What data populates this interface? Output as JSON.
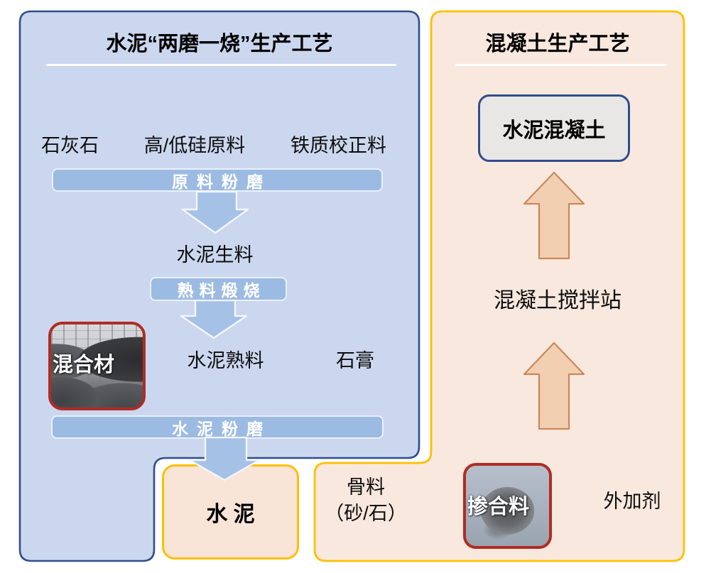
{
  "left_panel": {
    "title": "水泥“两磨一烧”生产工艺",
    "materials": [
      "石灰石",
      "高/低硅原料",
      "铁质校正料"
    ],
    "step_raw_grinding": "原料粉磨",
    "raw_meal": "水泥生料",
    "step_clinker_calcination": "熟料煅烧",
    "mixed_material_label": "混合材",
    "clinker": "水泥熟料",
    "gypsum": "石膏",
    "step_cement_grinding": "水泥粉磨",
    "cement": "水 泥"
  },
  "right_panel": {
    "title": "混凝土生产工艺",
    "concrete": "水泥混凝土",
    "mixing_station": "混凝土搅拌站",
    "aggregate": "骨料",
    "aggregate_note": "（砂/石）",
    "admixture_label": "掺合料",
    "additive": "外加剂"
  },
  "colors": {
    "left_panel_bg": "#CBD7EE",
    "left_panel_border": "#2F4E8C",
    "right_panel_bg": "#F9E8DE",
    "right_panel_border": "#FFC000",
    "process_bar": "#9CBBE3",
    "blue_arrow": "#A5C1E6",
    "peach_arrow": "#F3CFB2",
    "peach_arrow_border": "#C9885A",
    "photo_border": "#B02C25",
    "concrete_box_bg": "#E8E7E6"
  }
}
